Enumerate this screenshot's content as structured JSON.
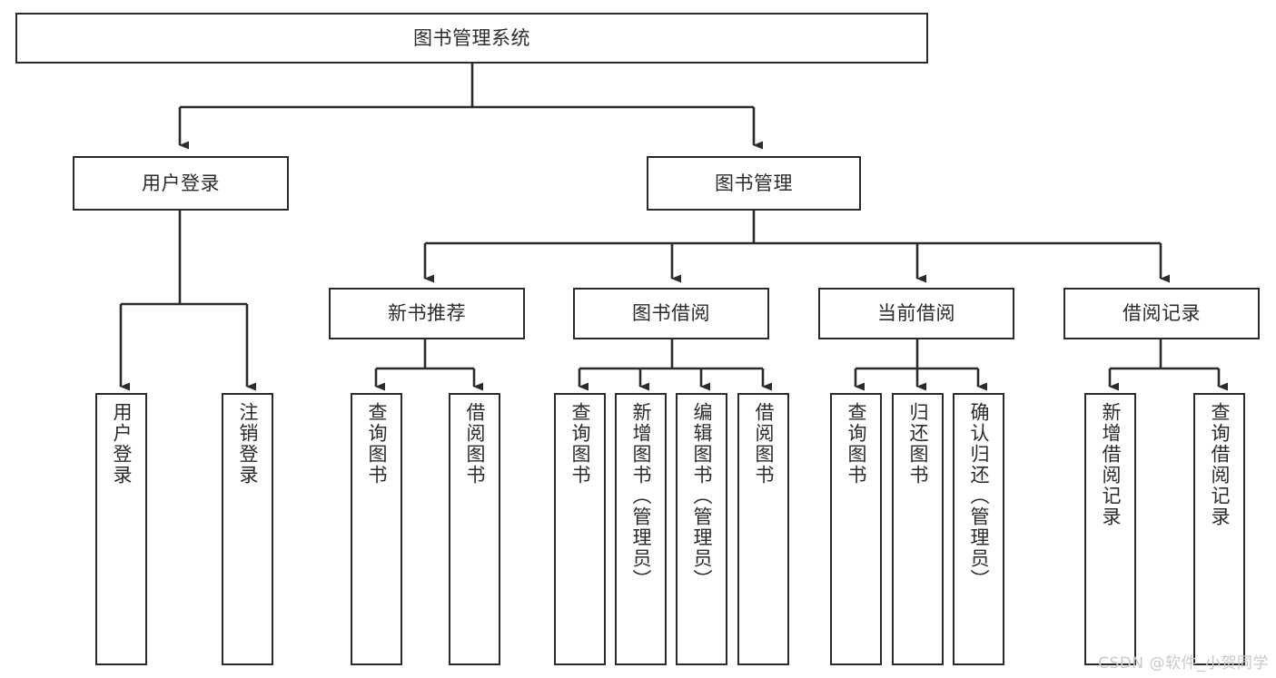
{
  "diagram": {
    "title": "图书管理系统",
    "watermark": "CSDN @软件_小贺同学",
    "line_color": "#2b2b2b",
    "background_color": "#ffffff",
    "text_color": "#2b2b2b",
    "watermark_color": "#c9c9c9"
  },
  "nodes": {
    "root": {
      "label": "图书管理系统"
    },
    "level2": [
      {
        "label": "用户登录"
      },
      {
        "label": "图书管理"
      }
    ],
    "level3": [
      {
        "label": "新书推荐"
      },
      {
        "label": "图书借阅"
      },
      {
        "label": "当前借阅"
      },
      {
        "label": "借阅记录"
      }
    ],
    "leaves": {
      "user_login": [
        {
          "label": "用户登录"
        },
        {
          "label": "注销登录"
        }
      ],
      "new_book": [
        {
          "label": "查询图书"
        },
        {
          "label": "借阅图书"
        }
      ],
      "book_borrow": [
        {
          "label": "查询图书"
        },
        {
          "label": "新增图书（管理员）"
        },
        {
          "label": "编辑图书（管理员）"
        },
        {
          "label": "借阅图书"
        }
      ],
      "current_borrow": [
        {
          "label": "查询图书"
        },
        {
          "label": "归还图书"
        },
        {
          "label": "确认归还（管理员）"
        }
      ],
      "borrow_record": [
        {
          "label": "新增借阅记录"
        },
        {
          "label": "查询借阅记录"
        }
      ]
    }
  }
}
